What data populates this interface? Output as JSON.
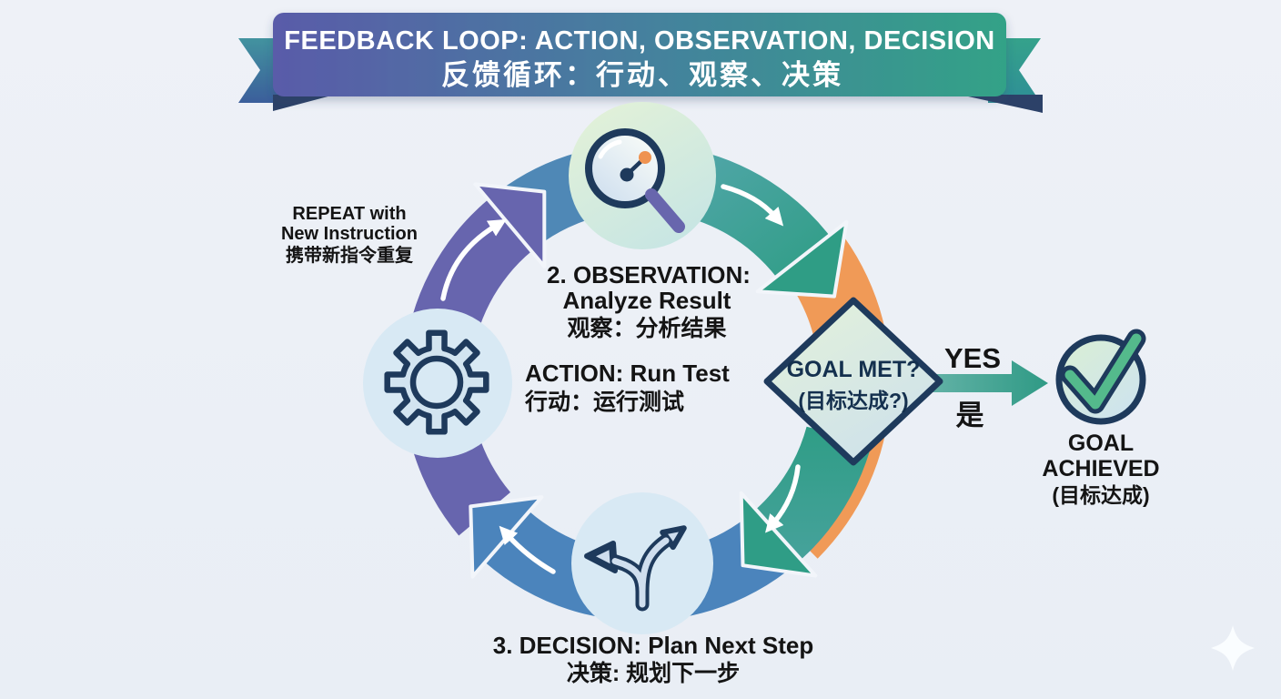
{
  "banner": {
    "title_en": "FEEDBACK LOOP: ACTION, OBSERVATION, DECISION",
    "title_zh": "反馈循环：行动、观察、决策"
  },
  "loop": {
    "repeat_note": {
      "line1": "REPEAT with",
      "line2": "New Instruction",
      "line3": "携带新指令重复"
    },
    "observation": {
      "title": "2. OBSERVATION:",
      "subtitle": "Analyze Result",
      "subtitle_zh": "观察：分析结果"
    },
    "action": {
      "title": "ACTION: Run Test",
      "title_zh": "行动：运行测试"
    },
    "decision": {
      "title": "3. DECISION: Plan Next Step",
      "title_zh": "决策: 规划下一步"
    }
  },
  "goal_check": {
    "question_en": "GOAL MET?",
    "question_zh": "(目标达成?)",
    "yes_en": "YES",
    "yes_zh": "是"
  },
  "goal_achieved": {
    "line1": "GOAL",
    "line2": "ACHIEVED",
    "line3": "(目标达成)"
  },
  "icons": {
    "observation": "magnifier-gauge-icon",
    "action": "gear-icon",
    "decision": "fork-arrows-icon",
    "achieved": "check-circle-icon",
    "watermark": "sparkle-icon"
  },
  "colors": {
    "background": "#edf1f7",
    "banner_left": "#5a5ba9",
    "banner_mid": "#45809e",
    "banner_right": "#33a287",
    "tail_left_top": "#42939f",
    "tail_left_bottom": "#3b5e9b",
    "tail_right_top": "#35a28b",
    "tail_right_bottom": "#2e8f96",
    "fold_dark": "#2c4168",
    "purple": "#6765ae",
    "blue": "#4b84bc",
    "blue_wedge": "#4f88b6",
    "teal_light": "#55a7ad",
    "teal": "#2f9d85",
    "teal2_a": "#2f9d86",
    "teal2_b": "#46a29b",
    "orange": "#f09a57",
    "navy": "#1e3a5c",
    "node_green_1": "#e2f1d8",
    "node_green_2": "#c6e5e4",
    "node_blue": "#d8e9f4",
    "diamond_1": "#e4f2da",
    "diamond_2": "#cfe2ea",
    "lens_1": "#f6faf7",
    "lens_2": "#cfdfef",
    "handle_purple": "#6866ad",
    "gauge_orange": "#ef9350",
    "gauge_tail": "#b7c8e8",
    "gear_fill": "#d2e4f0",
    "fork_light": "#cfdeee",
    "yes_1": "#65b3a8",
    "yes_2": "#2f9a85",
    "check_bg_1": "#daefd3",
    "check_bg_2": "#cde3ef",
    "check_green": "#54ba8c",
    "white": "#ffffff",
    "text_dark": "#141414"
  }
}
